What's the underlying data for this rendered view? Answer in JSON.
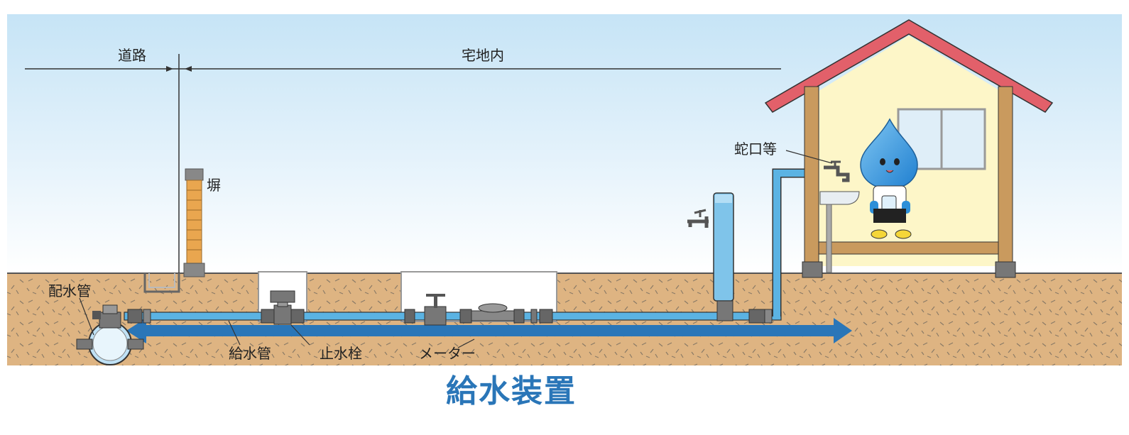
{
  "labels": {
    "road": "道路",
    "property": "宅地内",
    "wall": "塀",
    "faucet": "蛇口等",
    "distribution_pipe": "配水管",
    "service_pipe": "給水管",
    "stop_valve": "止水栓",
    "meter": "メーター"
  },
  "caption": "給水装置",
  "colors": {
    "sky": "#c6e4f6",
    "soil": "#deb482",
    "pipe": "#5bb3e3",
    "arrow": "#2a76b8",
    "caption": "#2a76b8",
    "roof": "#e2606a",
    "house_wall": "#fdf6c8",
    "house_frame": "#c99a5e",
    "mascot": "#2d8fd8"
  }
}
